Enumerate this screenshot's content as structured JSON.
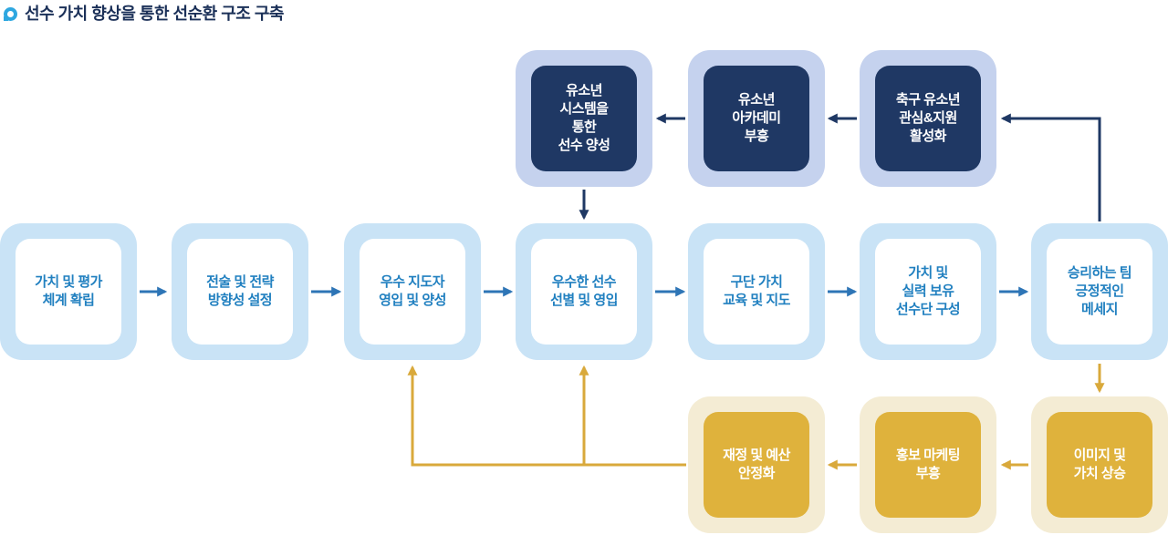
{
  "title": "선수 가치 향상을 통한 선순환 구조 구축",
  "colors": {
    "middle_outer": "#C9E3F6",
    "middle_text": "#2180C0",
    "top_outer": "#C5D2EE",
    "top_inner": "#1F3864",
    "bottom_outer": "#F4ECD4",
    "bottom_inner": "#DFB23C",
    "arrow_blue": "#2E75B6",
    "arrow_navy": "#1F3864",
    "arrow_gold": "#D9A93B",
    "title_icon": "#2EA7E0"
  },
  "top_row": [
    {
      "label": "유소년\n시스템을\n통한\n선수 양성"
    },
    {
      "label": "유소년\n아카데미\n부흥"
    },
    {
      "label": "축구 유소년\n관심&지원\n활성화"
    }
  ],
  "middle_row": [
    {
      "label": "가치 및 평가\n체계 확립"
    },
    {
      "label": "전술 및 전략\n방향성 설정"
    },
    {
      "label": "우수 지도자\n영입 및 양성"
    },
    {
      "label": "우수한 선수\n선별 및 영입"
    },
    {
      "label": "구단 가치\n교육 및 지도"
    },
    {
      "label": "가치 및\n실력 보유\n선수단 구성"
    },
    {
      "label": "승리하는 팀\n긍정적인\n메세지"
    }
  ],
  "bottom_row": [
    {
      "label": "재정 및 예산\n안정화"
    },
    {
      "label": "홍보 마케팅\n부흥"
    },
    {
      "label": "이미지 및\n가치 상승"
    }
  ]
}
